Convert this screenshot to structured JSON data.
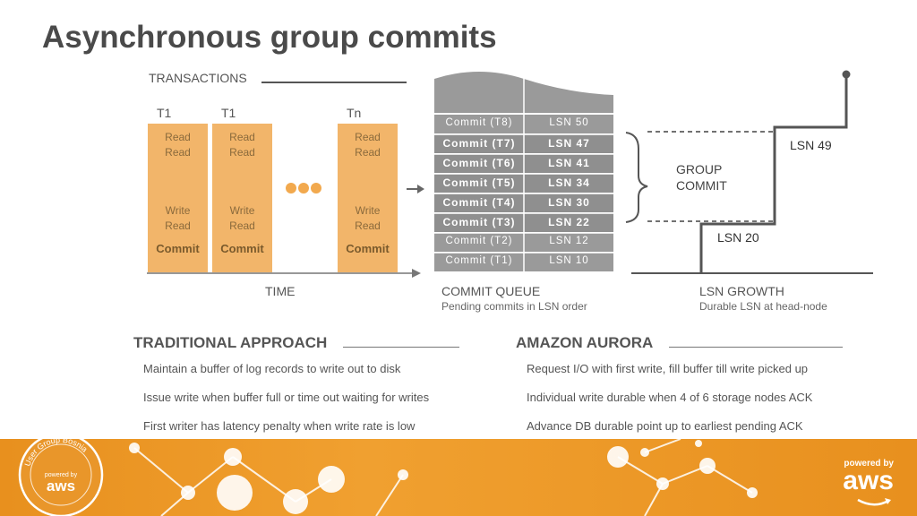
{
  "title": "Asynchronous group commits",
  "transactions": {
    "heading": "TRANSACTIONS",
    "columns": [
      {
        "header": "T1",
        "ops": [
          "Read",
          "Read",
          "Write",
          "Read"
        ],
        "commit": "Commit"
      },
      {
        "header": "T1",
        "ops": [
          "Read",
          "Read",
          "Write",
          "Read"
        ],
        "commit": "Commit"
      },
      {
        "header": "Tn",
        "ops": [
          "Read",
          "Read",
          "Write",
          "Read"
        ],
        "commit": "Commit"
      }
    ],
    "time_label": "TIME"
  },
  "commit_queue": {
    "rows": [
      {
        "commit": "Commit (T8)",
        "lsn": "LSN 50",
        "bold": false
      },
      {
        "commit": "Commit (T7)",
        "lsn": "LSN 47",
        "bold": true
      },
      {
        "commit": "Commit (T6)",
        "lsn": "LSN 41",
        "bold": true
      },
      {
        "commit": "Commit (T5)",
        "lsn": "LSN 34",
        "bold": true
      },
      {
        "commit": "Commit (T4)",
        "lsn": "LSN 30",
        "bold": true
      },
      {
        "commit": "Commit (T3)",
        "lsn": "LSN 22",
        "bold": true
      },
      {
        "commit": "Commit (T2)",
        "lsn": "LSN 12",
        "bold": false
      },
      {
        "commit": "Commit (T1)",
        "lsn": "LSN 10",
        "bold": false
      }
    ],
    "label": "COMMIT QUEUE",
    "sublabel": "Pending commits in LSN order"
  },
  "lsn_growth": {
    "group_commit": [
      "GROUP",
      "COMMIT"
    ],
    "lsn_high": "LSN 49",
    "lsn_low": "LSN 20",
    "label": "LSN GROWTH",
    "sublabel": "Durable LSN at head-node"
  },
  "traditional": {
    "heading": "TRADITIONAL APPROACH",
    "bullets": [
      "Maintain a buffer of log records to write out to disk",
      "Issue write when buffer full or time out waiting for writes",
      "First writer has latency penalty when write rate is low"
    ]
  },
  "aurora": {
    "heading": "AMAZON AURORA",
    "bullets": [
      "Request I/O with first write, fill buffer till write picked up",
      "Individual write durable when 4 of 6 storage nodes ACK",
      "Advance DB durable point up to earliest pending ACK"
    ]
  },
  "footer": {
    "badge_ring": "User Group Bosnia",
    "badge_powered": "powered by",
    "badge_brand": "aws",
    "right_powered": "powered by",
    "right_brand": "aws"
  },
  "colors": {
    "accent": "#f2b56a",
    "footer": "#e8901e",
    "queue": "#9a9a9a"
  }
}
